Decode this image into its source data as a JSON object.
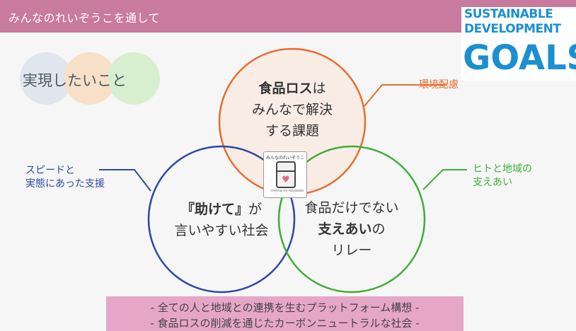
{
  "header": {
    "title": "みんなのれいぞうこを通して"
  },
  "sdgs_logo": {
    "line1": "SUSTAINABLE",
    "line2": "DEVELOPMENT",
    "line3": "GOALS"
  },
  "wish": {
    "label": "実現したいこと"
  },
  "circles": {
    "top": {
      "bold": "食品ロス",
      "rest_line1": "は",
      "line2": "みんなで解決",
      "line3": "する課題",
      "color": "#ea6d2e"
    },
    "left": {
      "bold": "『助けて』",
      "rest_line1": "が",
      "line2": "言いやすい社会",
      "color": "#2e4aa6"
    },
    "right": {
      "line1": "食品だけでない",
      "bold": "支えあい",
      "rest_line2": "の",
      "line3": "リレー",
      "color": "#3fae3a"
    }
  },
  "callouts": {
    "environment": {
      "text": "環境配慮",
      "color": "#ea6d2e"
    },
    "speed": {
      "line1": "スピードと",
      "line2": "実態にあった支援",
      "color": "#2e4aa6"
    },
    "people": {
      "line1": "ヒトと地域の",
      "line2": "支えあい",
      "color": "#3fae3a"
    }
  },
  "mascot": {
    "title": "みんなのれいぞうこ",
    "subtitle": "minna no reizouko"
  },
  "footer": {
    "line1": "- 全ての人と地域との連携を生むプラットフォーム構想 -",
    "line2": "- 食品ロスの削減を通じたカーボンニュートラルな社会 -",
    "bg_color": "#e6a6c8"
  },
  "colors": {
    "header": "#c97a9f",
    "sdgs_blue": "#1c8fd0"
  }
}
